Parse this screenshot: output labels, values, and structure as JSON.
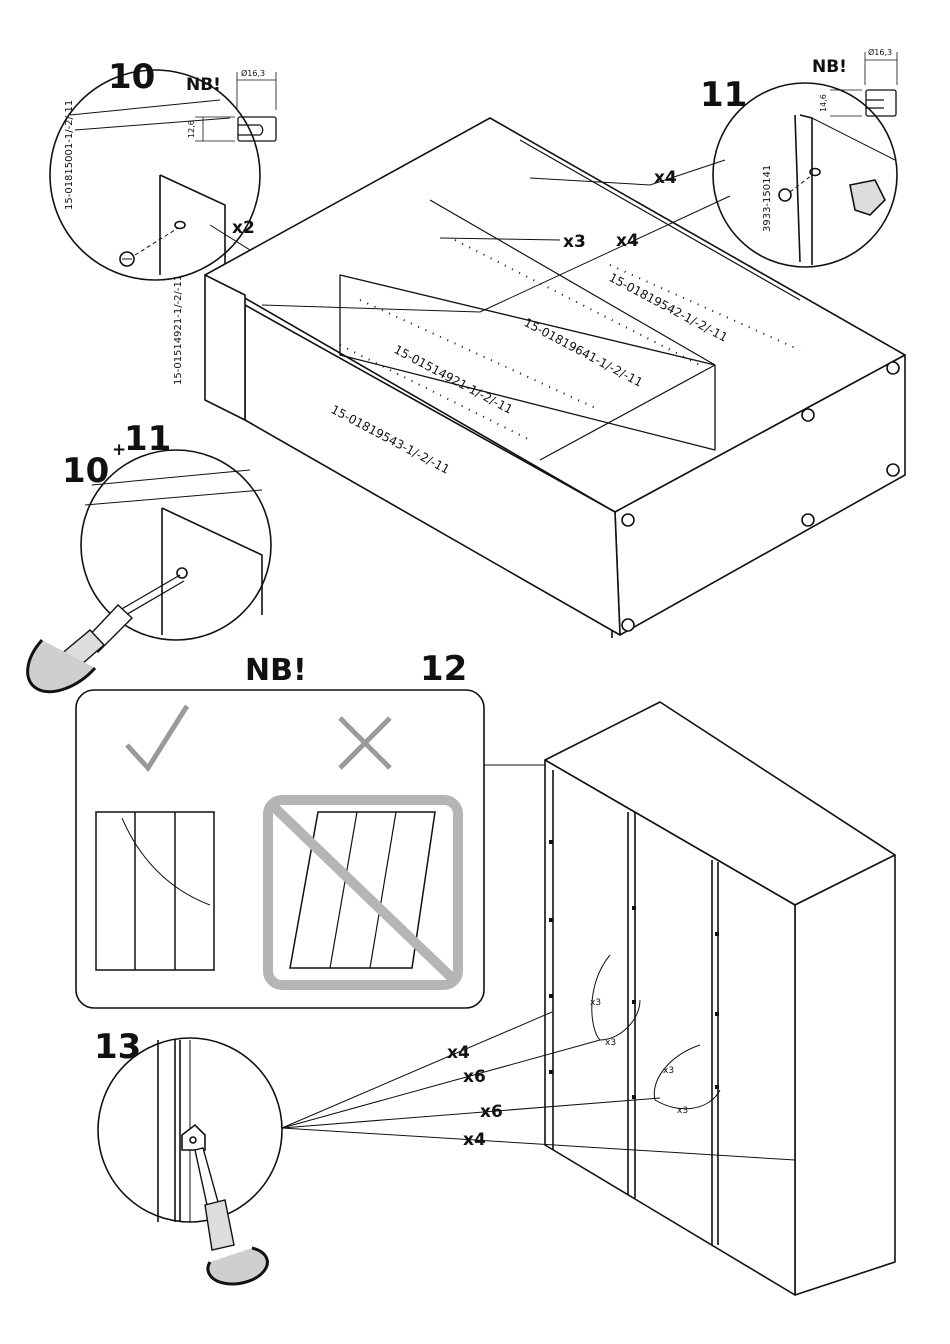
{
  "steps": {
    "s10": "10",
    "s11": "11",
    "s10b": "10",
    "s11b_prefix": "+",
    "s11b": "11",
    "s12": "12",
    "s13": "13"
  },
  "notes": {
    "nb_step10": "NB!",
    "nb_step11": "NB!",
    "nb_step12": "NB!"
  },
  "dimensions": {
    "d10_diameter": "Ø16,3",
    "d10_height": "12,6",
    "d11_diameter": "Ø16,3",
    "d11_height": "14,6"
  },
  "part_numbers": {
    "p_step10_top": "15-01815001-1/-2/-11",
    "p_step10_side": "15-01514921-1/-2/-11",
    "p_step11": "3933-150141",
    "p_back_a": "15-01819542-1/-2/-11",
    "p_back_b": "15-01819641-1/-2/-11",
    "p_mid": "15-01514921-1/-2/-11",
    "p_front": "15-01819543-1/-2/-11"
  },
  "quantities": {
    "q_x2": "x2",
    "q_x4_a": "x4",
    "q_x3": "x3",
    "q_x4_b": "x4",
    "q13_x4_top": "x4",
    "q13_x6_a": "x6",
    "q13_x6_b": "x6",
    "q13_x4_bottom": "x4",
    "door1_x3_a": "x3",
    "door1_x3_b": "x3",
    "door2_x3_a": "x3",
    "door2_x3_b": "x3"
  },
  "symbols": {
    "correct": "check-mark",
    "incorrect": "cross-mark",
    "prohibited": "prohibition-sign",
    "tool": "screwdriver"
  }
}
